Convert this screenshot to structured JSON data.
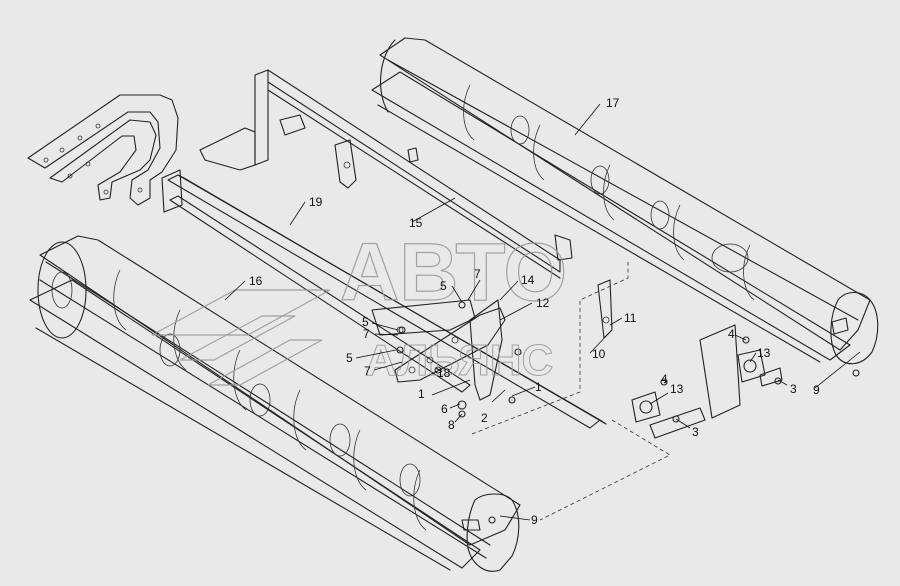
{
  "callouts": {
    "c1a": "1",
    "c1b": "1",
    "c2": "2",
    "c3a": "3",
    "c3b": "3",
    "c4a": "4",
    "c4b": "4",
    "c5a": "5",
    "c5b": "5",
    "c5c": "5",
    "c6": "6",
    "c7a": "7",
    "c7b": "7",
    "c7c": "7",
    "c8": "8",
    "c9a": "9",
    "c9b": "9",
    "c10": "10",
    "c11": "11",
    "c12": "12",
    "c13a": "13",
    "c13b": "13",
    "c14": "14",
    "c15": "15",
    "c16": "16",
    "c17": "17",
    "c18": "18",
    "c19": "19"
  },
  "watermark": {
    "main": "АВТО",
    "sub": "АЛЬЯНС",
    "colors": {
      "mark": "#9a9a9a"
    }
  },
  "colors": {
    "background": "#e9e9e9",
    "lines": "#222222"
  }
}
